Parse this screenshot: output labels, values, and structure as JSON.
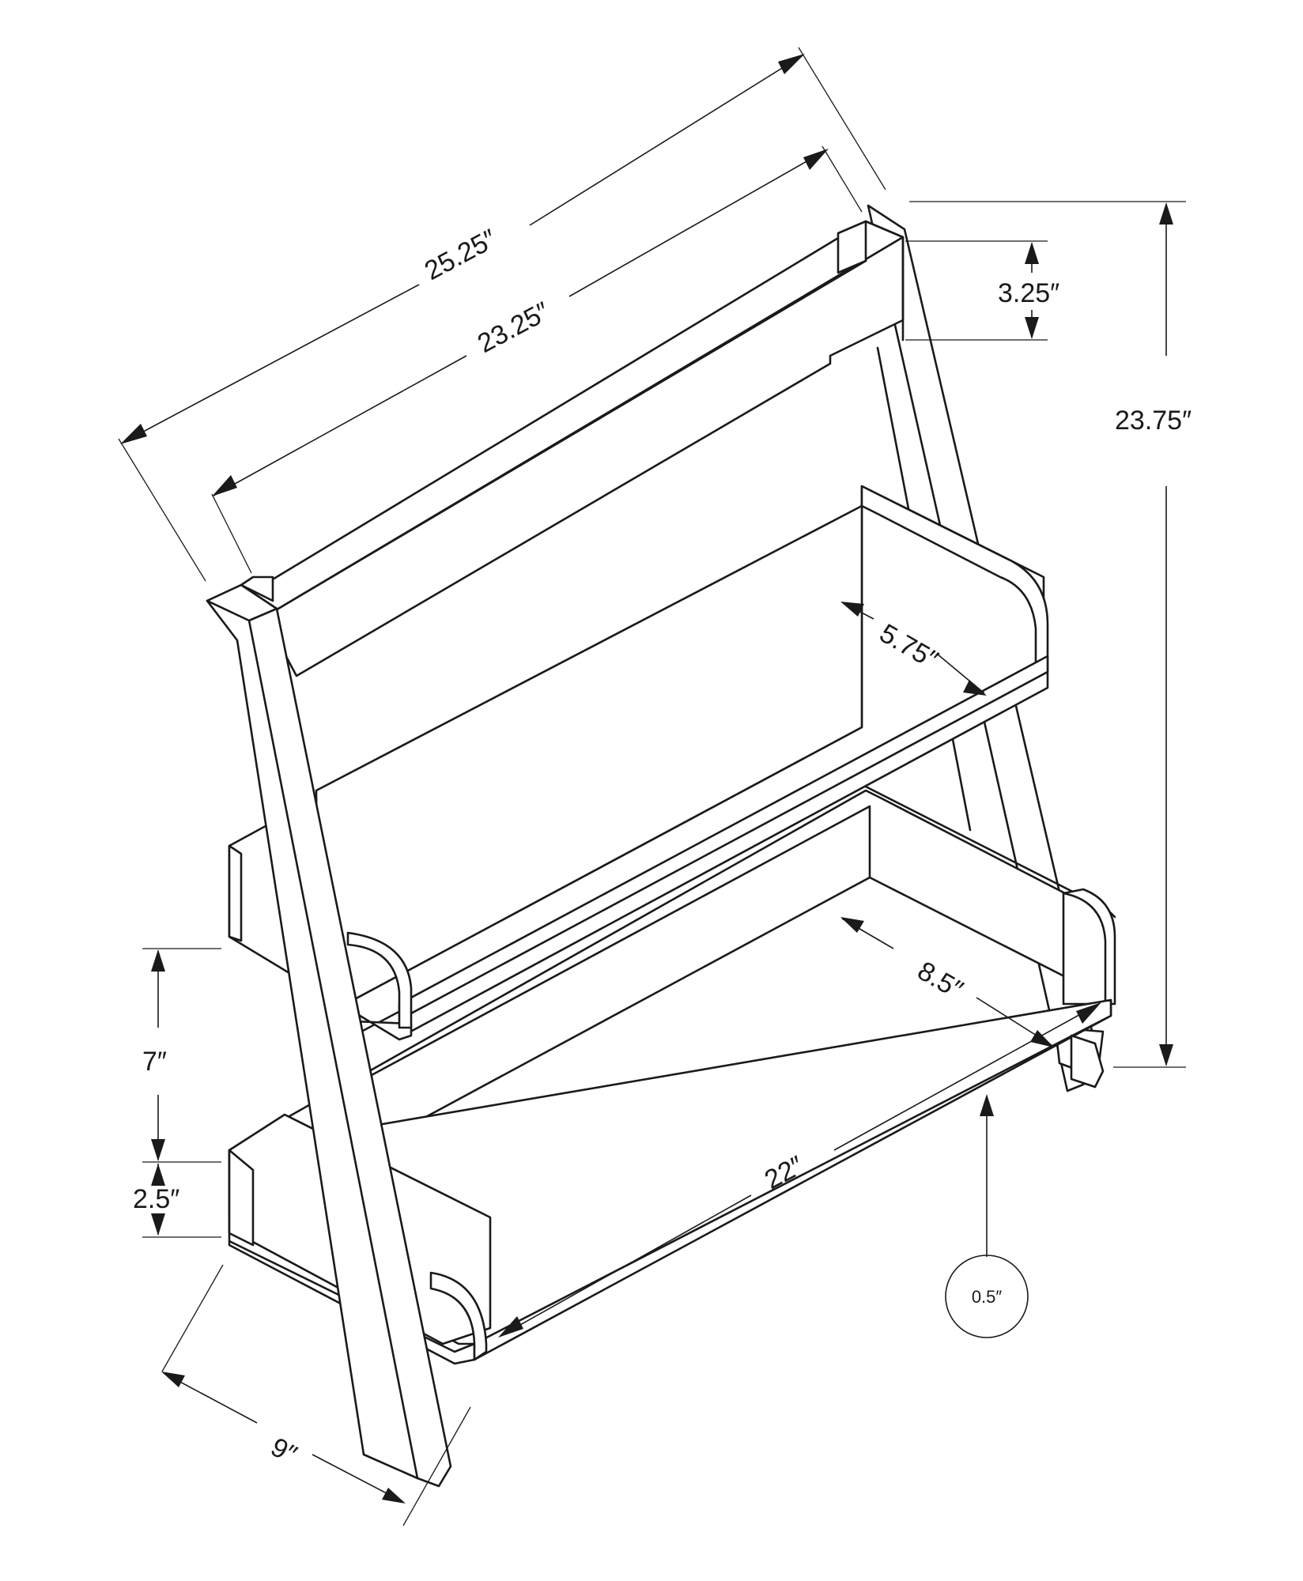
{
  "diagram": {
    "colors": {
      "line": "#1a1a1a",
      "fill": "#ffffff"
    },
    "dimensions": {
      "overall_width": "25.25″",
      "shelf_inner_width": "23.25″",
      "back_rail_height": "3.25″",
      "overall_height": "23.75″",
      "top_shelf_depth": "5.75″",
      "bottom_shelf_depth": "8.5″",
      "bottom_shelf_width": "22″",
      "shelf_spacing": "7″",
      "shelf_lip_height": "2.5″",
      "shelf_thickness": "0.5″",
      "overall_depth": "9″"
    }
  }
}
